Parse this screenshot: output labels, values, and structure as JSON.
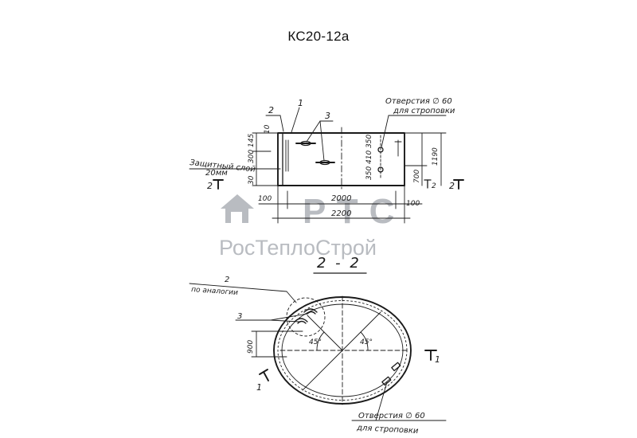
{
  "title": "КС20-12а",
  "watermark": {
    "logo_text": "РТС",
    "company": "РосТеплоСтрой",
    "color": "#b9bcc1"
  },
  "elevation": {
    "callouts": {
      "c1": "1",
      "c2": "2",
      "c3": "3"
    },
    "note_lines": [
      "Отверстия ∅ 60",
      "для строповки"
    ],
    "protective_layer_lines": [
      "Защитный слой",
      "20мм"
    ],
    "dims_left": {
      "d10": "10",
      "d300_145": "300 145",
      "d30": "30",
      "d100": "100"
    },
    "dims_inner": "350 410 350",
    "dims_right": {
      "d700": "700",
      "d1190": "1190",
      "d2": "2"
    },
    "dims_bottom": {
      "d2000": "2000",
      "d2200": "2200",
      "d100": "100"
    },
    "section_marks": {
      "left": "2",
      "right": "2"
    }
  },
  "section": {
    "label": "2 - 2",
    "callouts": {
      "c2": "2",
      "c2_note": "по аналогии",
      "c3": "3"
    },
    "angle_left": "45°",
    "angle_right": "45°",
    "dim_900": "900",
    "mark_left": "1",
    "mark_right": "1",
    "note_lines": [
      "Отверстия ∅ 60",
      "для строповки"
    ]
  }
}
